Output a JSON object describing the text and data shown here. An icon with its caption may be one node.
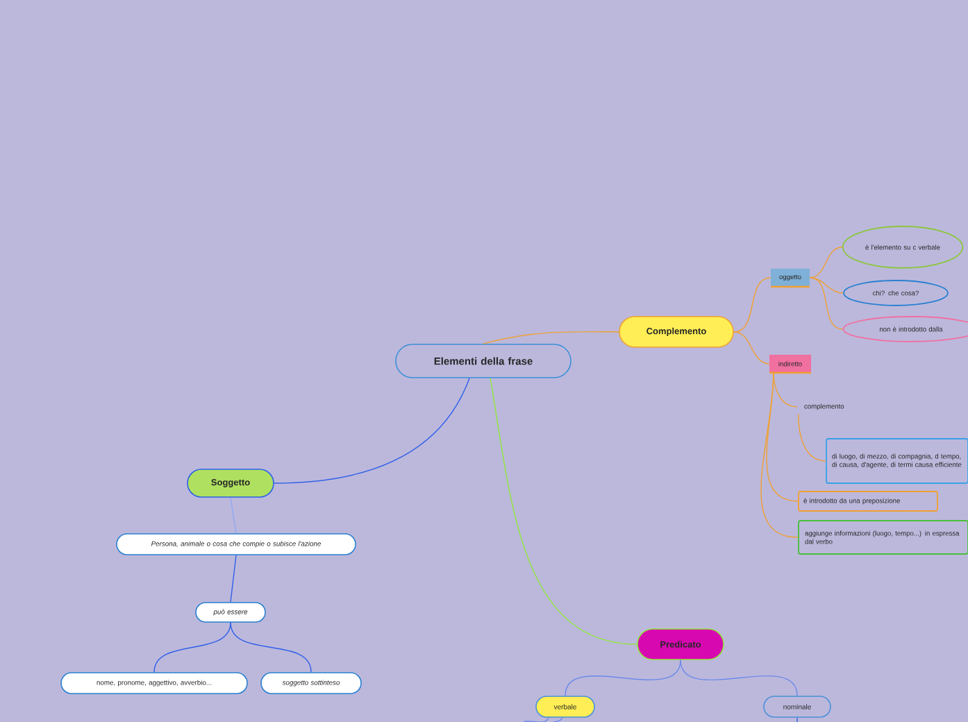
{
  "diagram": {
    "nodes": [
      {
        "text": [
          "Elementi della frase"
        ]
      },
      {
        "text": [
          "Complemento"
        ]
      },
      {
        "text": [
          "oggetto"
        ]
      },
      {
        "text": [
          "è l'elemento su c verbale"
        ]
      },
      {
        "text": [
          "chi?  che cosa?"
        ]
      },
      {
        "text": [
          "non è introdotto dalla"
        ]
      },
      {
        "text": [
          "indiretto"
        ]
      },
      {
        "text": [
          "complemento"
        ]
      },
      {
        "text": [
          "di luogo, di mezzo, di compagnia, d tempo, di causa, d'agente, di termi causa efficiente"
        ]
      },
      {
        "text": [
          "è introdotto da una preposizione"
        ]
      },
      {
        "text": [
          "aggiunge informazioni (luogo, tempo...) in espressa dal verbo"
        ]
      },
      {
        "text": [
          "Soggetto"
        ]
      },
      {
        "text": [
          "Persona, animale o cosa che compie o subisce l'azione"
        ]
      },
      {
        "text": [
          "può essere"
        ]
      },
      {
        "text": [
          "nome, pronome, aggettivo, avverbio..."
        ]
      },
      {
        "text": [
          "soggetto sottinteso"
        ]
      },
      {
        "text": [
          "Predicato"
        ]
      },
      {
        "text": [
          "verbale"
        ]
      },
      {
        "text": [
          "nominale"
        ]
      }
    ],
    "edges": [
      {
        "from": 0,
        "to": 1,
        "arrow": "none"
      },
      {
        "from": 1,
        "to": 2,
        "arrow": "none"
      },
      {
        "from": 1,
        "to": 6,
        "arrow": "none"
      },
      {
        "from": 2,
        "to": 3,
        "arrow": "none"
      },
      {
        "from": 2,
        "to": 4,
        "arrow": "none"
      },
      {
        "from": 2,
        "to": 5,
        "arrow": "none"
      },
      {
        "from": 6,
        "to": 7,
        "arrow": "none"
      },
      {
        "from": 7,
        "to": 8,
        "arrow": "none"
      },
      {
        "from": 6,
        "to": 9,
        "arrow": "none"
      },
      {
        "from": 6,
        "to": 10,
        "arrow": "none"
      },
      {
        "from": 0,
        "to": 11,
        "arrow": "none",
        "color": "#2f5fe8"
      },
      {
        "from": 11,
        "to": 12,
        "arrow": "none",
        "color": "#8fa8f0"
      },
      {
        "from": 12,
        "to": 13,
        "arrow": "none",
        "color": "#2f5fe8"
      },
      {
        "from": 13,
        "to": 14,
        "arrow": "none",
        "color": "#2f5fe8"
      },
      {
        "from": 13,
        "to": 15,
        "arrow": "none",
        "color": "#2f5fe8"
      },
      {
        "from": 0,
        "to": 16,
        "arrow": "none",
        "color": "#8fe83a"
      },
      {
        "from": 16,
        "to": 17,
        "arrow": "none",
        "color": "#6a8ae8"
      },
      {
        "from": 16,
        "to": 18,
        "arrow": "none",
        "color": "#6a8ae8"
      },
      {
        "from": 17,
        "to": null,
        "arrow": "none",
        "color": "#6a8ae8"
      },
      {
        "from": 17,
        "to": null,
        "arrow": "none",
        "color": "#6a8ae8"
      },
      {
        "from": 18,
        "to": null,
        "arrow": "none",
        "color": "#2f5fe8"
      }
    ]
  }
}
